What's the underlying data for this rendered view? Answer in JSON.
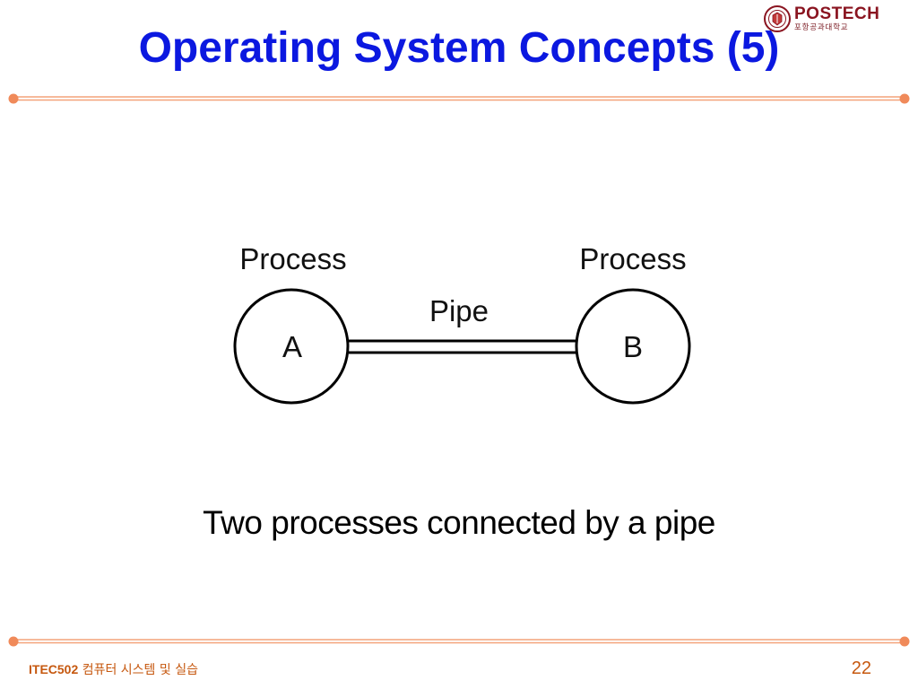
{
  "slide": {
    "title": "Operating System Concepts (5)",
    "caption": "Two processes connected by a pipe",
    "page_number": "22"
  },
  "logo": {
    "name": "POSTECH",
    "subtitle": "포항공과대학교"
  },
  "footer": {
    "course_code": "ITEC502",
    "course_name": "컴퓨터 시스템 및 실습"
  },
  "diagram": {
    "nodes": [
      {
        "label": "Process",
        "id": "A"
      },
      {
        "label": "Process",
        "id": "B"
      }
    ],
    "edge_label": "Pipe"
  },
  "colors": {
    "title": "#0b18e0",
    "rule": "#f4a37a",
    "rule_dot": "#f08a5a",
    "footer": "#c6580f"
  }
}
